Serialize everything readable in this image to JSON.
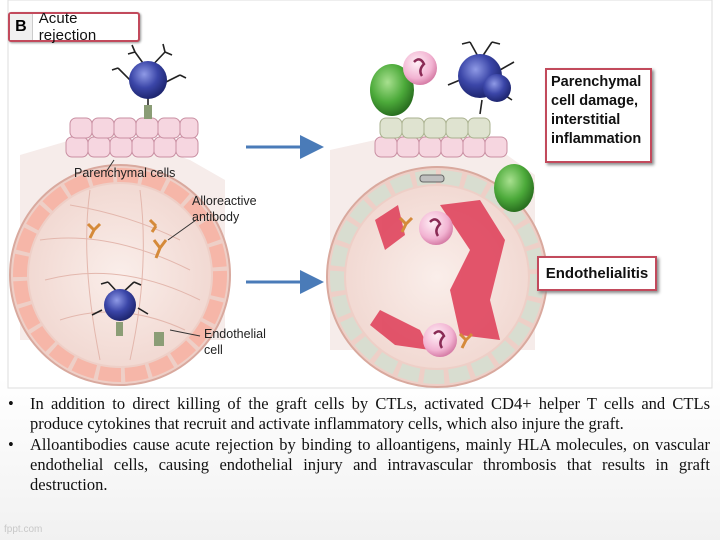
{
  "figure": {
    "panel_letter": "B",
    "panel_title": "Acute rejection",
    "labels": {
      "parenchymal_cells": "Parenchymal cells",
      "alloreactive_antibody_line1": "Alloreactive",
      "alloreactive_antibody_line2": "antibody",
      "endothelial_cell_line1": "Endothelial",
      "endothelial_cell_line2": "cell"
    },
    "outcomes": {
      "parenchymal_damage": [
        "Parenchymal",
        "cell damage,",
        "interstitial",
        "inflammation"
      ],
      "endothelialitis": "Endothelialitis"
    },
    "colors": {
      "label_border": "#c24a5c",
      "arrow": "#4a7bb8",
      "vessel_wall": "#efc7bf",
      "lymphocyte": "#3b46a8",
      "neutrophil": "#4caa3a",
      "damaged_tissue": "#e0455e"
    }
  },
  "bullets": [
    "In addition to direct killing of the graft cells by CTLs, activated CD4+ helper T cells and CTLs produce cytokines that recruit and activate inflammatory cells, which also injure the graft.",
    "Alloantibodies cause acute rejection by binding to alloantigens, mainly HLA molecules, on vascular endothelial cells, causing endothelial injury and intravascular thrombosis that results in graft destruction."
  ],
  "bullet_symbol": "•",
  "watermark": "fppt.com"
}
